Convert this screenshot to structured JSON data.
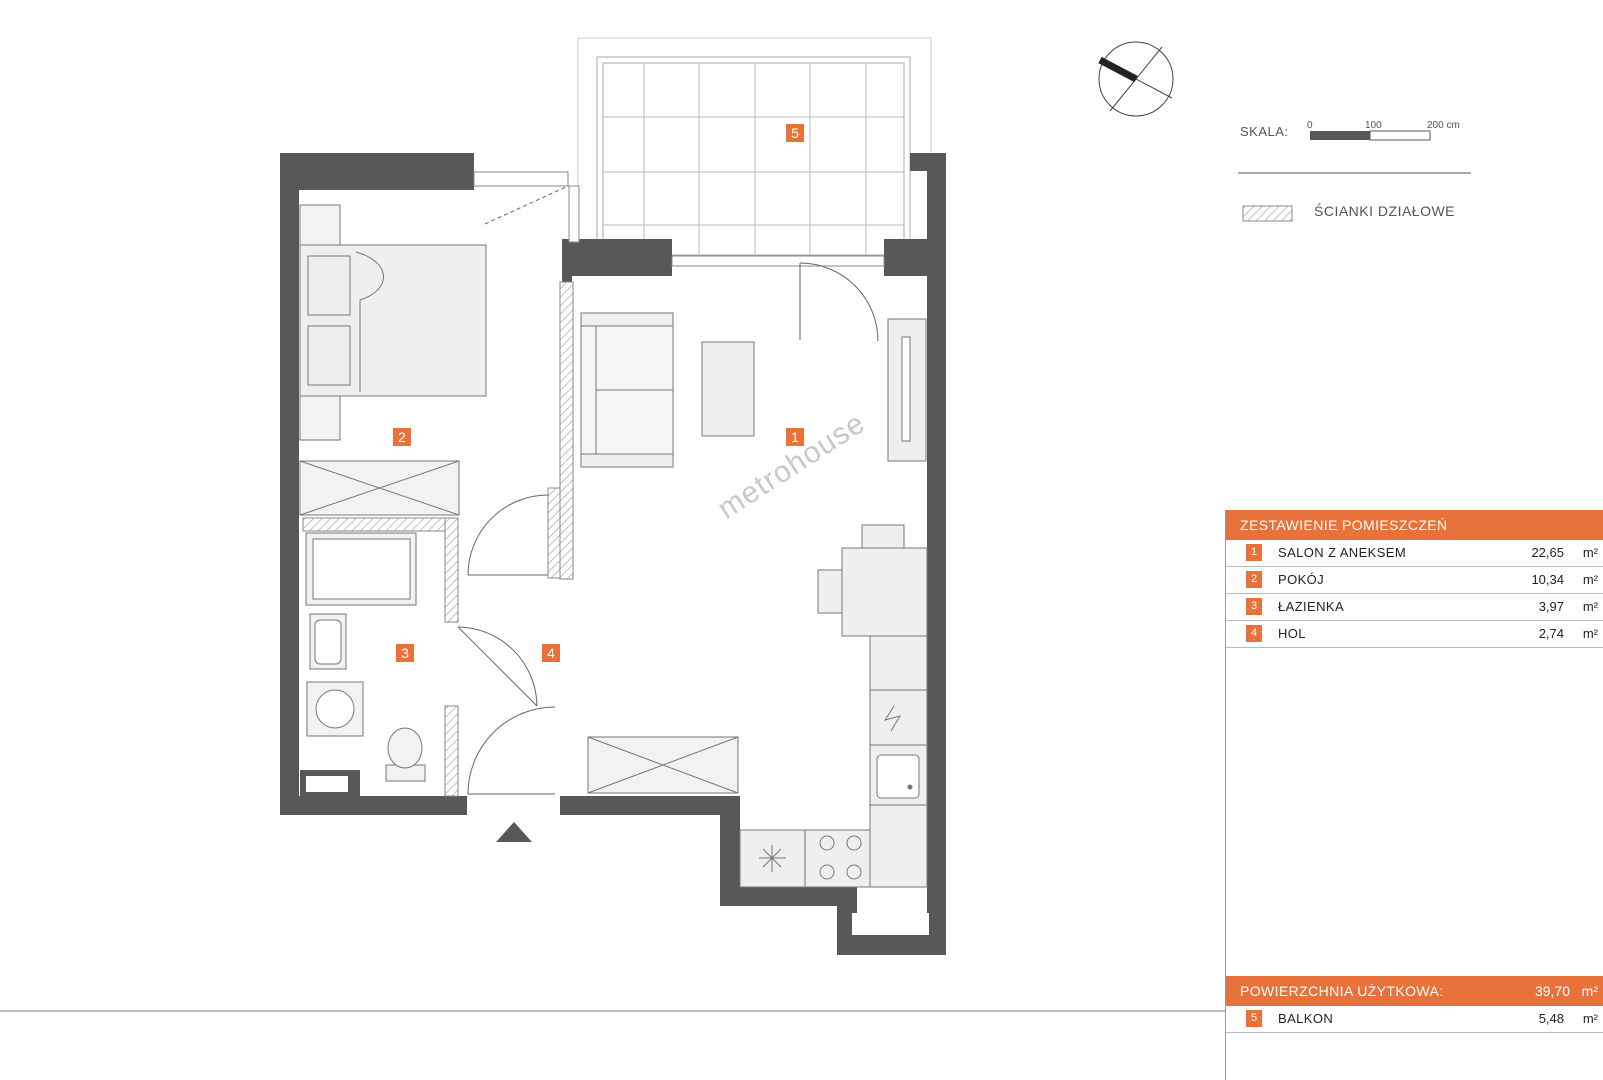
{
  "plan": {
    "rooms": [
      {
        "number": "1"
      },
      {
        "number": "2"
      },
      {
        "number": "3"
      },
      {
        "number": "4"
      },
      {
        "number": "5"
      }
    ],
    "watermark": "metrohouse"
  },
  "scale": {
    "label": "SKALA:",
    "ticks": [
      "0",
      "100",
      "200 cm"
    ]
  },
  "legend": {
    "partition_walls": "ŚCIANKI DZIAŁOWE"
  },
  "summary": {
    "header": "ZESTAWIENIE POMIESZCZEŃ",
    "rows": [
      {
        "num": "1",
        "name": "SALON Z ANEKSEM",
        "value": "22,65",
        "unit": "m²"
      },
      {
        "num": "2",
        "name": "POKÓJ",
        "value": "10,34",
        "unit": "m²"
      },
      {
        "num": "3",
        "name": "ŁAZIENKA",
        "value": "3,97",
        "unit": "m²"
      },
      {
        "num": "4",
        "name": "HOL",
        "value": "2,74",
        "unit": "m²"
      }
    ],
    "total_label": "POWIERZCHNIA UŻYTKOWA:",
    "total_value": "39,70",
    "total_unit": "m²",
    "balcony": {
      "num": "5",
      "name": "BALKON",
      "value": "5,48",
      "unit": "m²"
    }
  },
  "colors": {
    "accent": "#e9723a",
    "wall": "#58585a",
    "furniture": "#efefef"
  }
}
